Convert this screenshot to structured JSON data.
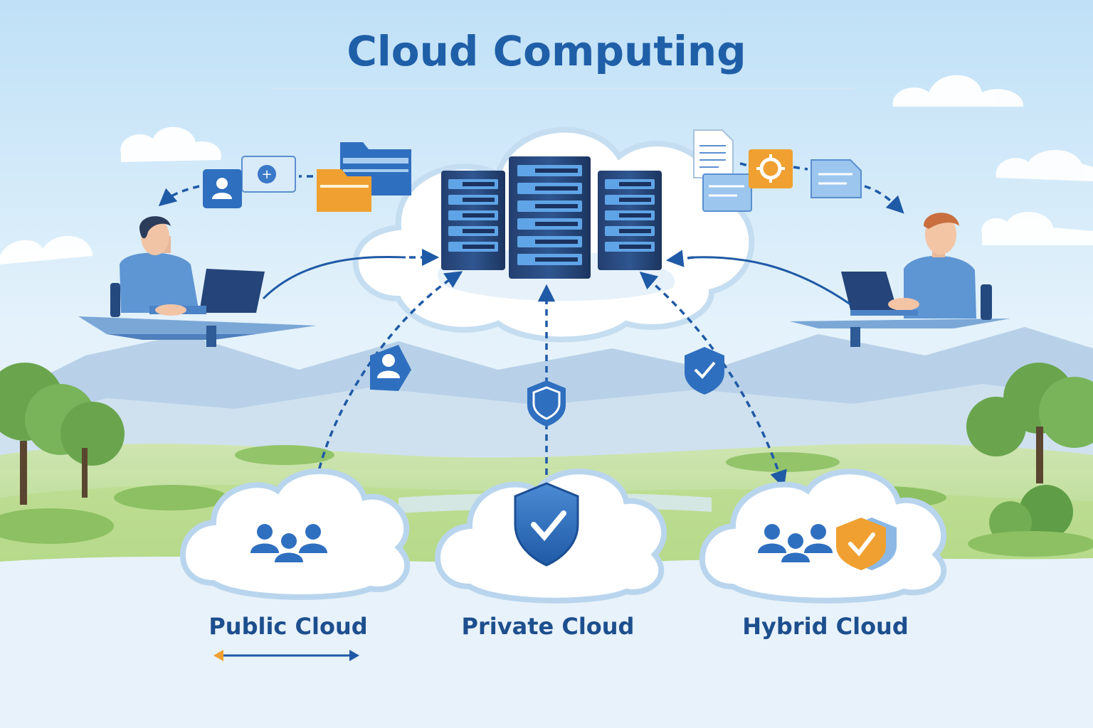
{
  "title": "Cloud Computing",
  "clouds": [
    {
      "label": "Public Cloud"
    },
    {
      "label": "Private Cloud"
    },
    {
      "label": "Hybrid Cloud"
    }
  ],
  "colors": {
    "title": "#1f5fa8",
    "label": "#1d4f8e",
    "accent_blue": "#2f6fbf",
    "dark_navy": "#1c3a6b",
    "server_dark": "#1e3a66",
    "folder_orange": "#f0a030",
    "sky_top": "#bfe0f7",
    "grass": "#a9d07a",
    "tree": "#5fa04a"
  },
  "icons": [
    "server-rack-icon",
    "person-laptop-icon",
    "user-profile-card-icon",
    "folder-icon",
    "document-icon",
    "gear-icon",
    "user-group-icon",
    "shield-check-icon",
    "double-arrow-icon"
  ]
}
